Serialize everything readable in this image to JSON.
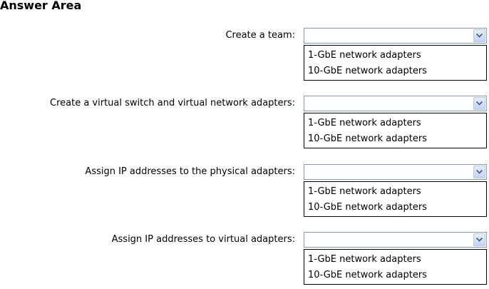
{
  "title": "Answer Area",
  "rows": [
    {
      "label": "Create a team:",
      "options": [
        "1-GbE network adapters",
        "10-GbE network adapters"
      ]
    },
    {
      "label": "Create a virtual switch and virtual network adapters:",
      "options": [
        "1-GbE network adapters",
        "10-GbE network adapters"
      ]
    },
    {
      "label": "Assign IP addresses to the physical adapters:",
      "options": [
        "1-GbE network adapters",
        "10-GbE network adapters"
      ]
    },
    {
      "label": "Assign IP addresses to virtual adapters:",
      "options": [
        "1-GbE network adapters",
        "10-GbE network adapters"
      ]
    }
  ],
  "icons": {
    "dropdown": "chevron-down-icon"
  },
  "colors": {
    "select_border": "#7f9db9",
    "arrow_color": "#4d6185",
    "options_border": "#000000"
  }
}
